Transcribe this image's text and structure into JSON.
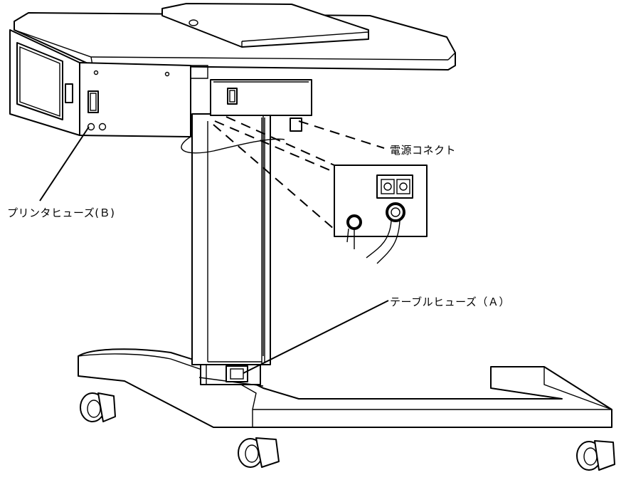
{
  "labels": {
    "power_connector": "電源コネクト",
    "printer_fuse": "プリンタヒューズ(Ｂ)",
    "table_fuse": "テーブルヒューズ（Ａ）"
  }
}
